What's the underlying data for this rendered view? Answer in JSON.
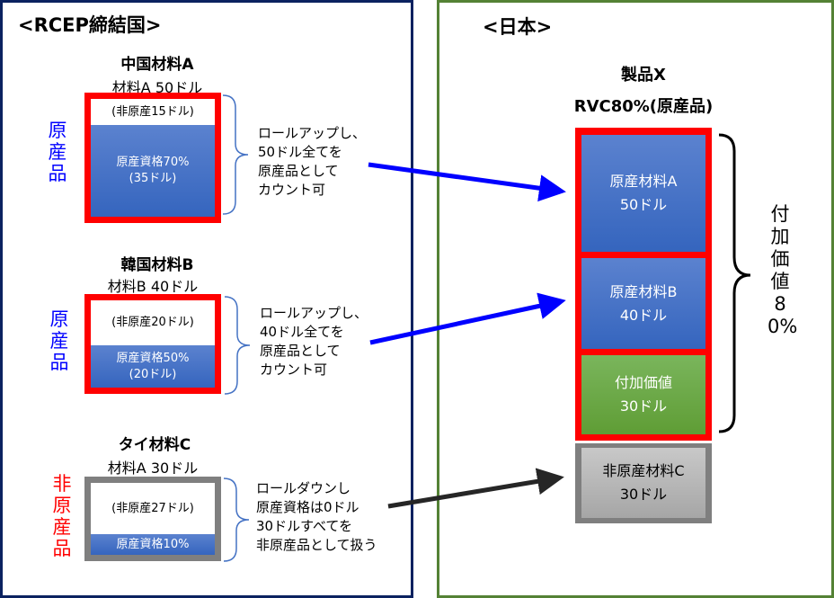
{
  "left_panel": {
    "title": "<RCEP締結国>",
    "items": [
      {
        "name": "中国材料A",
        "amount": "材料A 50ドル",
        "status": "原産品",
        "non_origin": "(非原産15ドル)",
        "origin_line1": "原産資格70%",
        "origin_line2": "(35ドル)",
        "note": "ロールアップし、\n50ドル全てを\n原産品として\nカウント可"
      },
      {
        "name": "韓国材料B",
        "amount": "材料B 40ドル",
        "status": "原産品",
        "non_origin": "(非原産20ドル)",
        "origin_line1": "原産資格50%",
        "origin_line2": "(20ドル)",
        "note": "ロールアップし、\n40ドル全てを\n原産品として\nカウント可"
      },
      {
        "name": "タイ材料C",
        "amount": "材料A 30ドル",
        "status": "非原産品",
        "non_origin": "(非原産27ドル)",
        "origin_line1": "原産資格10%",
        "note": "ロールダウンし\n原産資格は0ドル\n30ドルすべてを\n非原産品として扱う"
      }
    ]
  },
  "right_panel": {
    "title": "<日本>",
    "product": "製品X",
    "rvc": "RVC80%(原産品)",
    "blocks": [
      {
        "line1": "原産材料A",
        "line2": "50ドル"
      },
      {
        "line1": "原産材料B",
        "line2": "40ドル"
      },
      {
        "line1": "付加価値",
        "line2": "30ドル"
      },
      {
        "line1": "非原産材料C",
        "line2": "30ドル"
      }
    ],
    "brace_label": "付加価値80%"
  },
  "colors": {
    "origin": "#0000ff",
    "non_origin": "#ff0000",
    "highlight": "#ff0000",
    "left_border": "#0b2260",
    "right_border": "#548235"
  }
}
